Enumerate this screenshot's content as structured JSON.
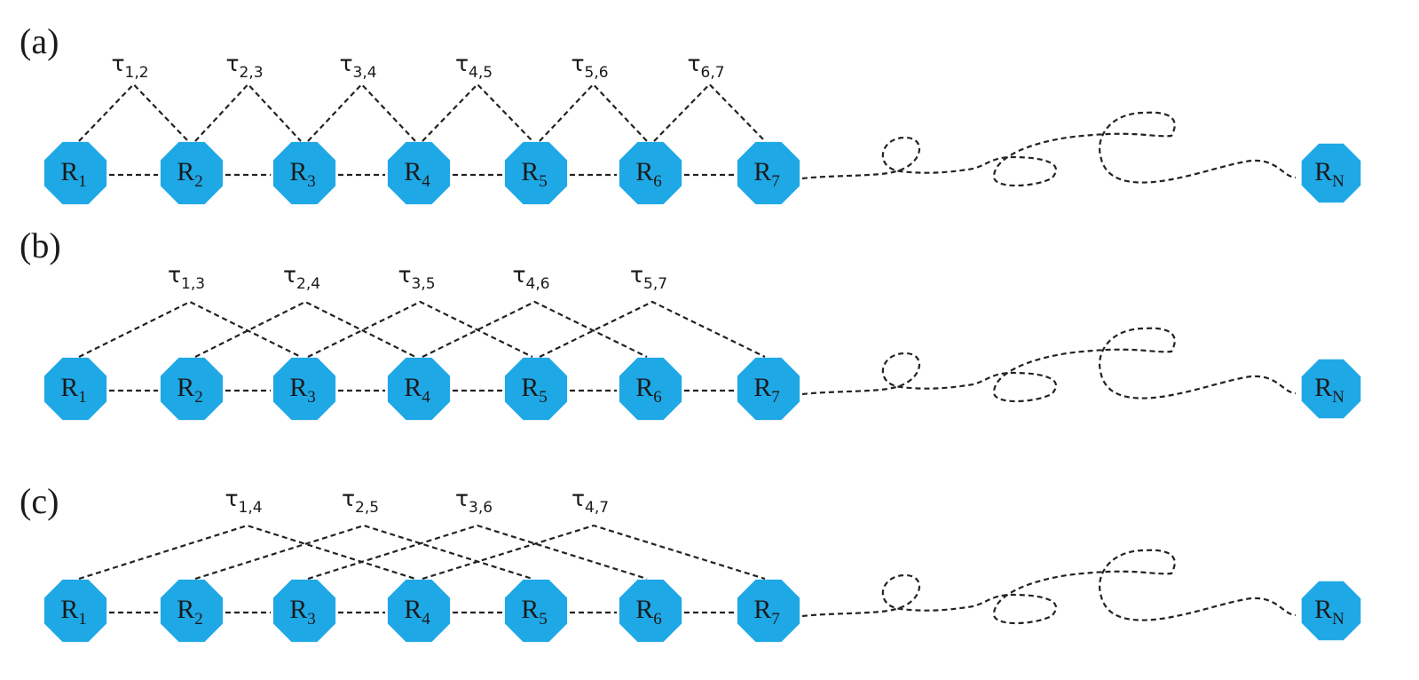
{
  "colors": {
    "node": "#1fa8e6",
    "line": "#222222",
    "text": "#1a1a1a"
  },
  "panels": [
    {
      "label": "(a)",
      "nodes": [
        {
          "base": "R",
          "sub": "1"
        },
        {
          "base": "R",
          "sub": "2"
        },
        {
          "base": "R",
          "sub": "3"
        },
        {
          "base": "R",
          "sub": "4"
        },
        {
          "base": "R",
          "sub": "5"
        },
        {
          "base": "R",
          "sub": "6"
        },
        {
          "base": "R",
          "sub": "7"
        },
        {
          "base": "R",
          "sub": "N"
        }
      ],
      "couplings": [
        {
          "base": "τ",
          "sub": "1,2",
          "from": 1,
          "to": 2
        },
        {
          "base": "τ",
          "sub": "2,3",
          "from": 2,
          "to": 3
        },
        {
          "base": "τ",
          "sub": "3,4",
          "from": 3,
          "to": 4
        },
        {
          "base": "τ",
          "sub": "4,5",
          "from": 4,
          "to": 5
        },
        {
          "base": "τ",
          "sub": "5,6",
          "from": 5,
          "to": 6
        },
        {
          "base": "τ",
          "sub": "6,7",
          "from": 6,
          "to": 7
        }
      ]
    },
    {
      "label": "(b)",
      "nodes": [
        {
          "base": "R",
          "sub": "1"
        },
        {
          "base": "R",
          "sub": "2"
        },
        {
          "base": "R",
          "sub": "3"
        },
        {
          "base": "R",
          "sub": "4"
        },
        {
          "base": "R",
          "sub": "5"
        },
        {
          "base": "R",
          "sub": "6"
        },
        {
          "base": "R",
          "sub": "7"
        },
        {
          "base": "R",
          "sub": "N"
        }
      ],
      "couplings": [
        {
          "base": "τ",
          "sub": "1,3",
          "from": 1,
          "to": 3
        },
        {
          "base": "τ",
          "sub": "2,4",
          "from": 2,
          "to": 4
        },
        {
          "base": "τ",
          "sub": "3,5",
          "from": 3,
          "to": 5
        },
        {
          "base": "τ",
          "sub": "4,6",
          "from": 4,
          "to": 6
        },
        {
          "base": "τ",
          "sub": "5,7",
          "from": 5,
          "to": 7
        }
      ]
    },
    {
      "label": "(c)",
      "nodes": [
        {
          "base": "R",
          "sub": "1"
        },
        {
          "base": "R",
          "sub": "2"
        },
        {
          "base": "R",
          "sub": "3"
        },
        {
          "base": "R",
          "sub": "4"
        },
        {
          "base": "R",
          "sub": "5"
        },
        {
          "base": "R",
          "sub": "6"
        },
        {
          "base": "R",
          "sub": "7"
        },
        {
          "base": "R",
          "sub": "N"
        }
      ],
      "couplings": [
        {
          "base": "τ",
          "sub": "1,4",
          "from": 1,
          "to": 4
        },
        {
          "base": "τ",
          "sub": "2,5",
          "from": 2,
          "to": 5
        },
        {
          "base": "τ",
          "sub": "3,6",
          "from": 3,
          "to": 6
        },
        {
          "base": "τ",
          "sub": "4,7",
          "from": 4,
          "to": 7
        }
      ]
    }
  ]
}
